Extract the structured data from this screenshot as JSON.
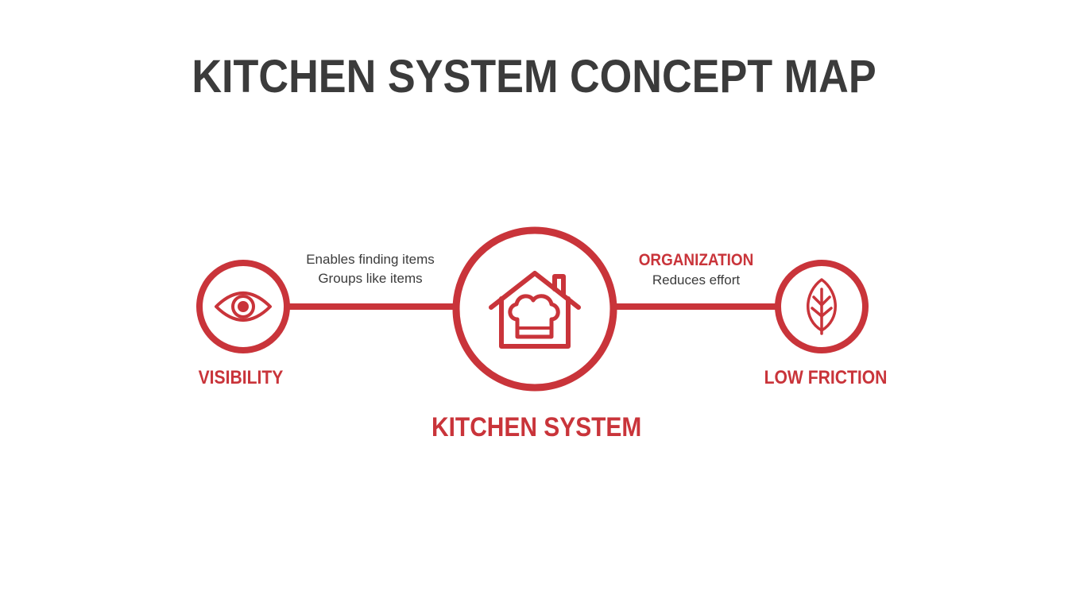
{
  "title": "KITCHEN SYSTEM CONCEPT MAP",
  "colors": {
    "accent": "#c9343a",
    "title": "#3b3b3b",
    "text": "#3b3b3b",
    "background": "#ffffff"
  },
  "nodes": {
    "left": {
      "label": "VISIBILITY",
      "icon": "eye-icon"
    },
    "center": {
      "label": "KITCHEN SYSTEM",
      "icon": "house-chef-hat-icon"
    },
    "right": {
      "label": "LOW FRICTION",
      "icon": "leaf-icon"
    }
  },
  "edges": {
    "left": {
      "line1": "Enables finding items",
      "line2": "Groups like items"
    },
    "right": {
      "heading": "ORGANIZATION",
      "text": "Reduces effort"
    }
  }
}
